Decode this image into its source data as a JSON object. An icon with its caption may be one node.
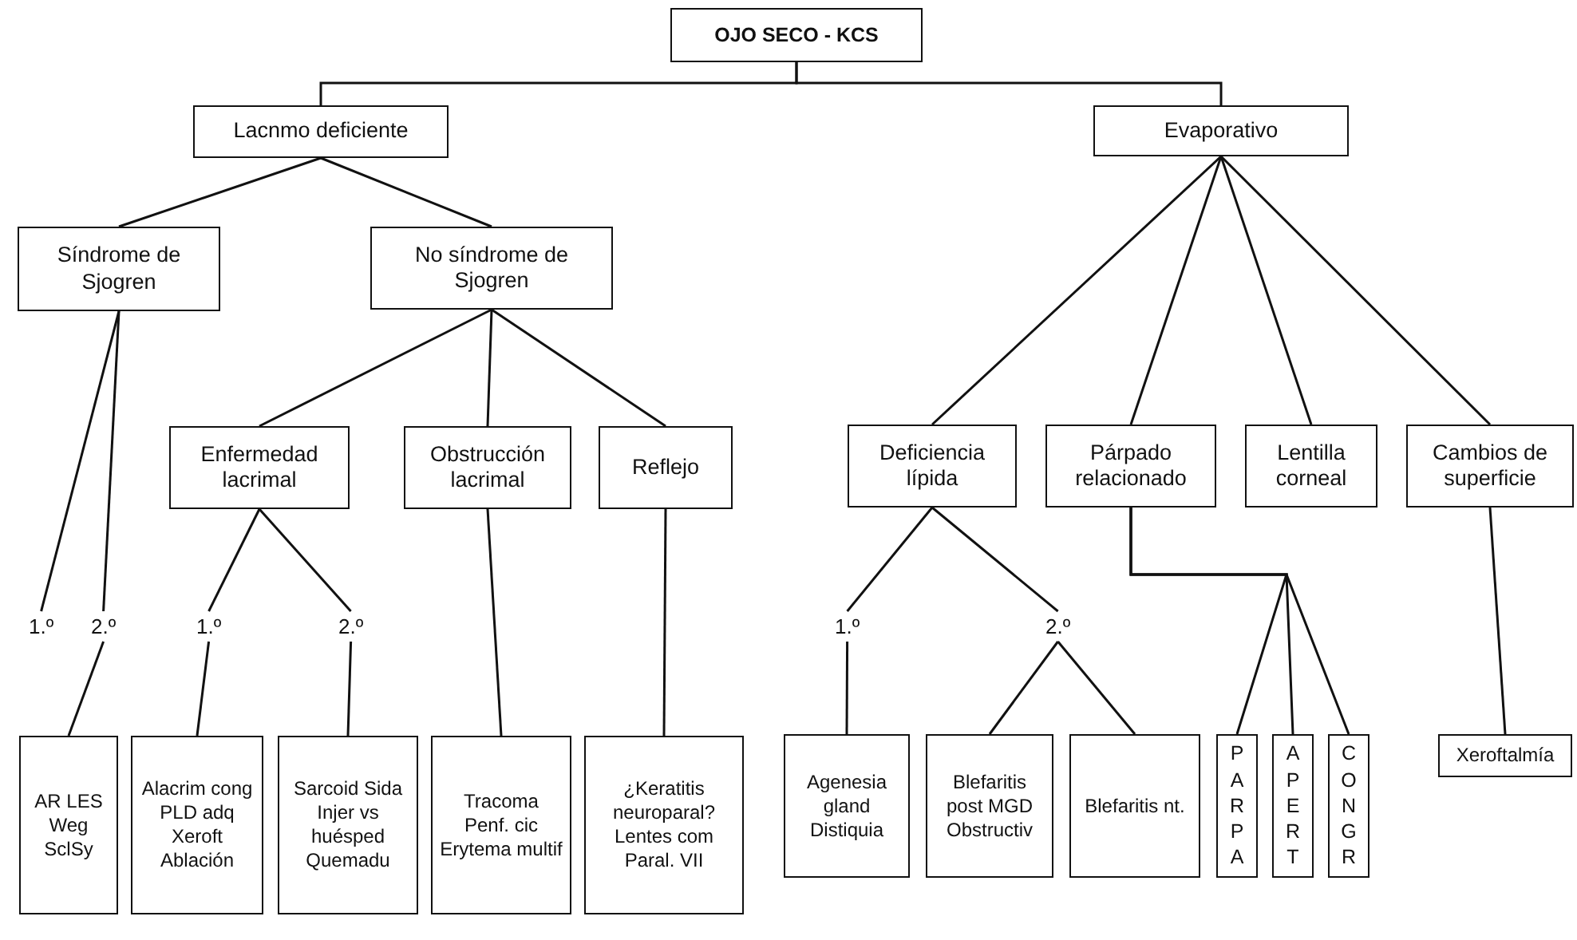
{
  "diagram": {
    "nodes": [
      {
        "text": [
          "OJO SECO - KCS"
        ]
      },
      {
        "text": [
          "Lacnmo deficiente"
        ]
      },
      {
        "text": [
          "Evaporativo"
        ]
      },
      {
        "text": [
          "Síndrome de Sjogren"
        ]
      },
      {
        "text": [
          "No síndrome de Sjogren"
        ]
      },
      {
        "text": [
          "Enfermedad lacrimal"
        ]
      },
      {
        "text": [
          "Obstrucción lacrimal"
        ]
      },
      {
        "text": [
          "Reflejo"
        ]
      },
      {
        "text": [
          "Deficiencia lípida"
        ]
      },
      {
        "text": [
          "Párpado relacionado"
        ]
      },
      {
        "text": [
          "Lentilla corneal"
        ]
      },
      {
        "text": [
          "Cambios de superficie"
        ]
      },
      {
        "text": [
          "1.º"
        ]
      },
      {
        "text": [
          "2.º"
        ]
      },
      {
        "text": [
          "1.º"
        ]
      },
      {
        "text": [
          "2.º"
        ]
      },
      {
        "text": [
          "1.º"
        ]
      },
      {
        "text": [
          "2.º"
        ]
      },
      {
        "text": [
          "AR LES Weg SclSy"
        ]
      },
      {
        "text": [
          "Alacrim cong PLD adq Xeroft Ablación"
        ]
      },
      {
        "text": [
          "Sarcoid Sida Injer vs huésped Quemadu"
        ]
      },
      {
        "text": [
          "Tracoma Penf. cic Erytema multif"
        ]
      },
      {
        "text": [
          "¿Keratitis neuroparal? Lentes com Paral. VII"
        ]
      },
      {
        "text": [
          "Agenesia gland Distiquia"
        ]
      },
      {
        "text": [
          "Blefaritis post MGD Obstructiv"
        ]
      },
      {
        "text": [
          "Blefaritis nt."
        ]
      },
      {
        "text": [
          "PARPA"
        ]
      },
      {
        "text": [
          "APERT"
        ]
      },
      {
        "text": [
          "CONGR"
        ]
      },
      {
        "text": [
          "Xeroftalmía"
        ]
      }
    ],
    "edges": [
      {
        "from": 0,
        "to": 1,
        "arrow": "none"
      },
      {
        "from": 0,
        "to": 2,
        "arrow": "none"
      },
      {
        "from": 1,
        "to": 3,
        "arrow": "none"
      },
      {
        "from": 1,
        "to": 4,
        "arrow": "none"
      },
      {
        "from": 3,
        "to": 12,
        "arrow": "none"
      },
      {
        "from": 3,
        "to": 13,
        "arrow": "none"
      },
      {
        "from": 13,
        "to": 18,
        "arrow": "none"
      },
      {
        "from": 4,
        "to": 5,
        "arrow": "none"
      },
      {
        "from": 4,
        "to": 6,
        "arrow": "none"
      },
      {
        "from": 4,
        "to": 7,
        "arrow": "none"
      },
      {
        "from": 5,
        "to": 14,
        "arrow": "none"
      },
      {
        "from": 5,
        "to": 15,
        "arrow": "none"
      },
      {
        "from": 14,
        "to": 19,
        "arrow": "none"
      },
      {
        "from": 15,
        "to": 20,
        "arrow": "none"
      },
      {
        "from": 6,
        "to": 21,
        "arrow": "none"
      },
      {
        "from": 7,
        "to": 22,
        "arrow": "none"
      },
      {
        "from": 2,
        "to": 8,
        "arrow": "none"
      },
      {
        "from": 2,
        "to": 9,
        "arrow": "none"
      },
      {
        "from": 2,
        "to": 10,
        "arrow": "none"
      },
      {
        "from": 2,
        "to": 11,
        "arrow": "none"
      },
      {
        "from": 8,
        "to": 16,
        "arrow": "none"
      },
      {
        "from": 8,
        "to": 17,
        "arrow": "none"
      },
      {
        "from": 16,
        "to": 23,
        "arrow": "none"
      },
      {
        "from": 17,
        "to": 24,
        "arrow": "none"
      },
      {
        "from": 17,
        "to": 25,
        "arrow": "none"
      },
      {
        "from": 9,
        "to": 26,
        "arrow": "none"
      },
      {
        "from": 9,
        "to": 27,
        "arrow": "none"
      },
      {
        "from": 9,
        "to": 28,
        "arrow": "none"
      },
      {
        "from": 11,
        "to": 29,
        "arrow": "none"
      }
    ]
  }
}
